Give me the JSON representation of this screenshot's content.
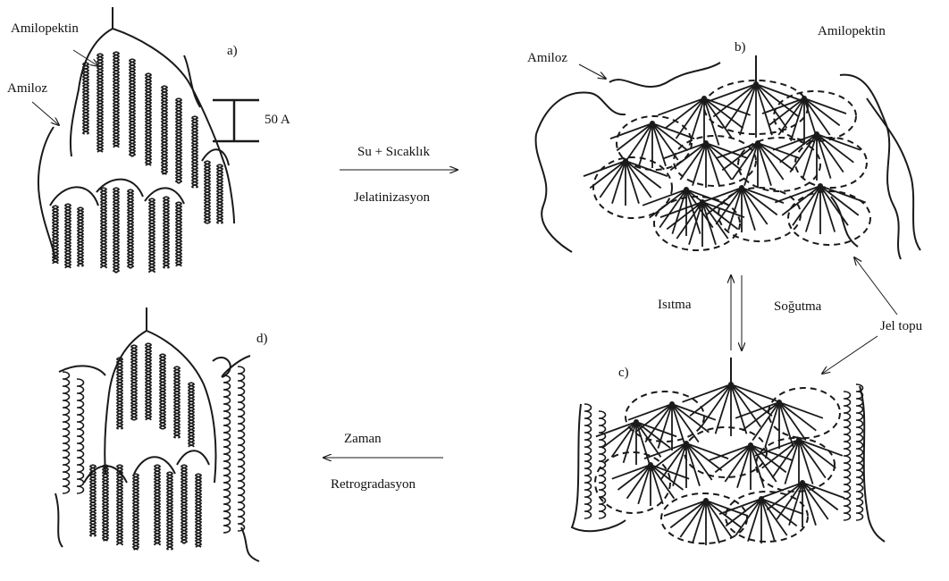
{
  "panel_a": {
    "letter": "a)",
    "amylopectin_label": "Amilopektin",
    "amylose_label": "Amiloz",
    "scale_label": "50 A"
  },
  "panel_b": {
    "letter": "b)",
    "amylopectin_label": "Amilopektin",
    "amylose_label": "Amiloz"
  },
  "panel_c": {
    "letter": "c)"
  },
  "panel_d": {
    "letter": "d)"
  },
  "arrow_ab": {
    "top_label": "Su + Sıcaklık",
    "bottom_label": "Jelatinizasyon"
  },
  "arrow_bc": {
    "heating_label": "Isıtma",
    "cooling_label": "Soğutma"
  },
  "arrow_cd": {
    "top_label": "Zaman",
    "bottom_label": "Retrogradasyon"
  },
  "gel_ball_label": "Jel topu",
  "colors": {
    "ink": "#1a1a1a",
    "background": "#ffffff"
  }
}
